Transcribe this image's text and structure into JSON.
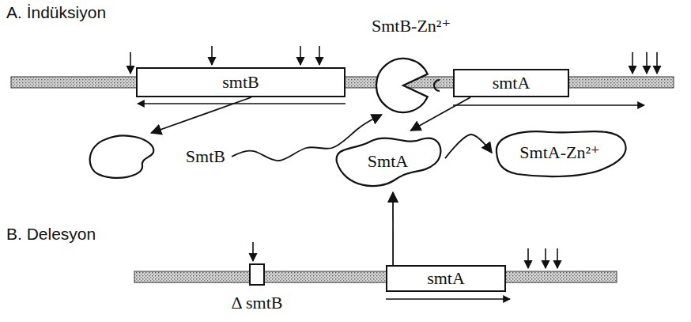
{
  "diagram": {
    "nodes": [
      {
        "text": [
          "smtB"
        ]
      },
      {
        "text": [
          "SmtB-Zn²⁺"
        ]
      },
      {
        "text": [
          "smtA"
        ]
      },
      {
        "text": [
          "SmtB"
        ]
      },
      {
        "text": [
          "SmtA"
        ]
      },
      {
        "text": [
          "SmtA-Zn²⁺"
        ]
      },
      {
        "text": [
          "Δ smtB"
        ]
      },
      {
        "text": [
          "smtA"
        ]
      }
    ],
    "edges": [
      {
        "from": 0,
        "to": 3,
        "arrow": "to"
      },
      {
        "from": 3,
        "to": 1,
        "arrow": "to"
      },
      {
        "from": 2,
        "to": 4,
        "arrow": "to"
      },
      {
        "from": 4,
        "to": 5,
        "arrow": "to"
      },
      {
        "from": 7,
        "to": 4,
        "arrow": "to"
      }
    ],
    "labels": [
      "A. İndüksiyon",
      "B. Delesyon"
    ]
  }
}
